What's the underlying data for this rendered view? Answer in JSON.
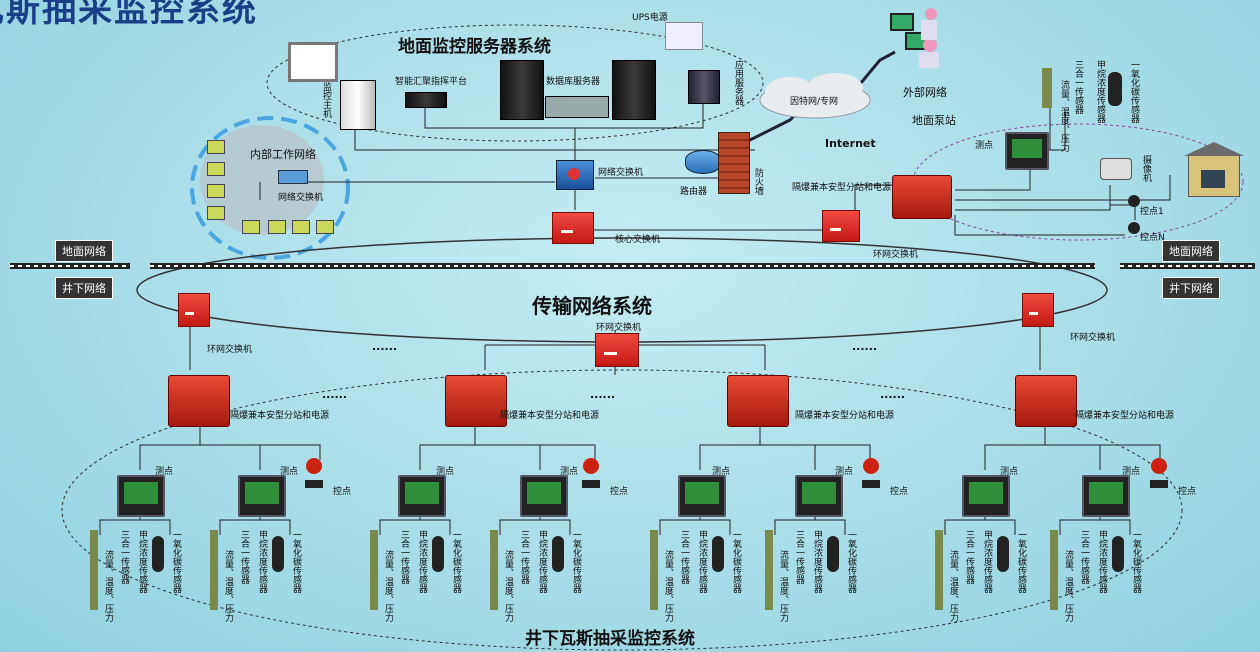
{
  "title_partial": "瓦斯抽采监控系统",
  "surface_server_system": "地面监控服务器系统",
  "ups": "UPS电源",
  "monitor_host": "监控主机",
  "cmd_platform": "智能汇聚指挥平台",
  "db_server": "数据库服务器",
  "app_server": "应用服务器",
  "internet_cloud": "因特网/专网",
  "internet": "Internet",
  "external_net": "外部网络",
  "surface_pump": "地面泵站",
  "internal_net": "内部工作网络",
  "net_switch": "网络交换机",
  "net_switch_main": "网络交换机",
  "router": "路由器",
  "firewall": "防火墙",
  "core_switch": "核心交换机",
  "ring_switch": "环网交换机",
  "substation_power": "隔爆兼本安型分站和电源",
  "measure_point": "测点",
  "control_point": "控点",
  "control_1": "控点1",
  "control_n": "控点N",
  "camera": "摄像机",
  "surface_net": "地面网络",
  "underground_net": "井下网络",
  "transport_system": "传输网络系统",
  "underground_system": "井下瓦斯抽采监控系统",
  "dots": "......",
  "sensor_a": "流量、温度、压力",
  "sensor_b": "三合一传感器",
  "sensor_c": "甲烷浓度传感器",
  "sensor_d": "一氧化碳传感器",
  "colors": {
    "red_device": "#d8231b",
    "ellipse_dash": "#333333",
    "tag_bg": "#333333",
    "title": "#1a3f86"
  }
}
